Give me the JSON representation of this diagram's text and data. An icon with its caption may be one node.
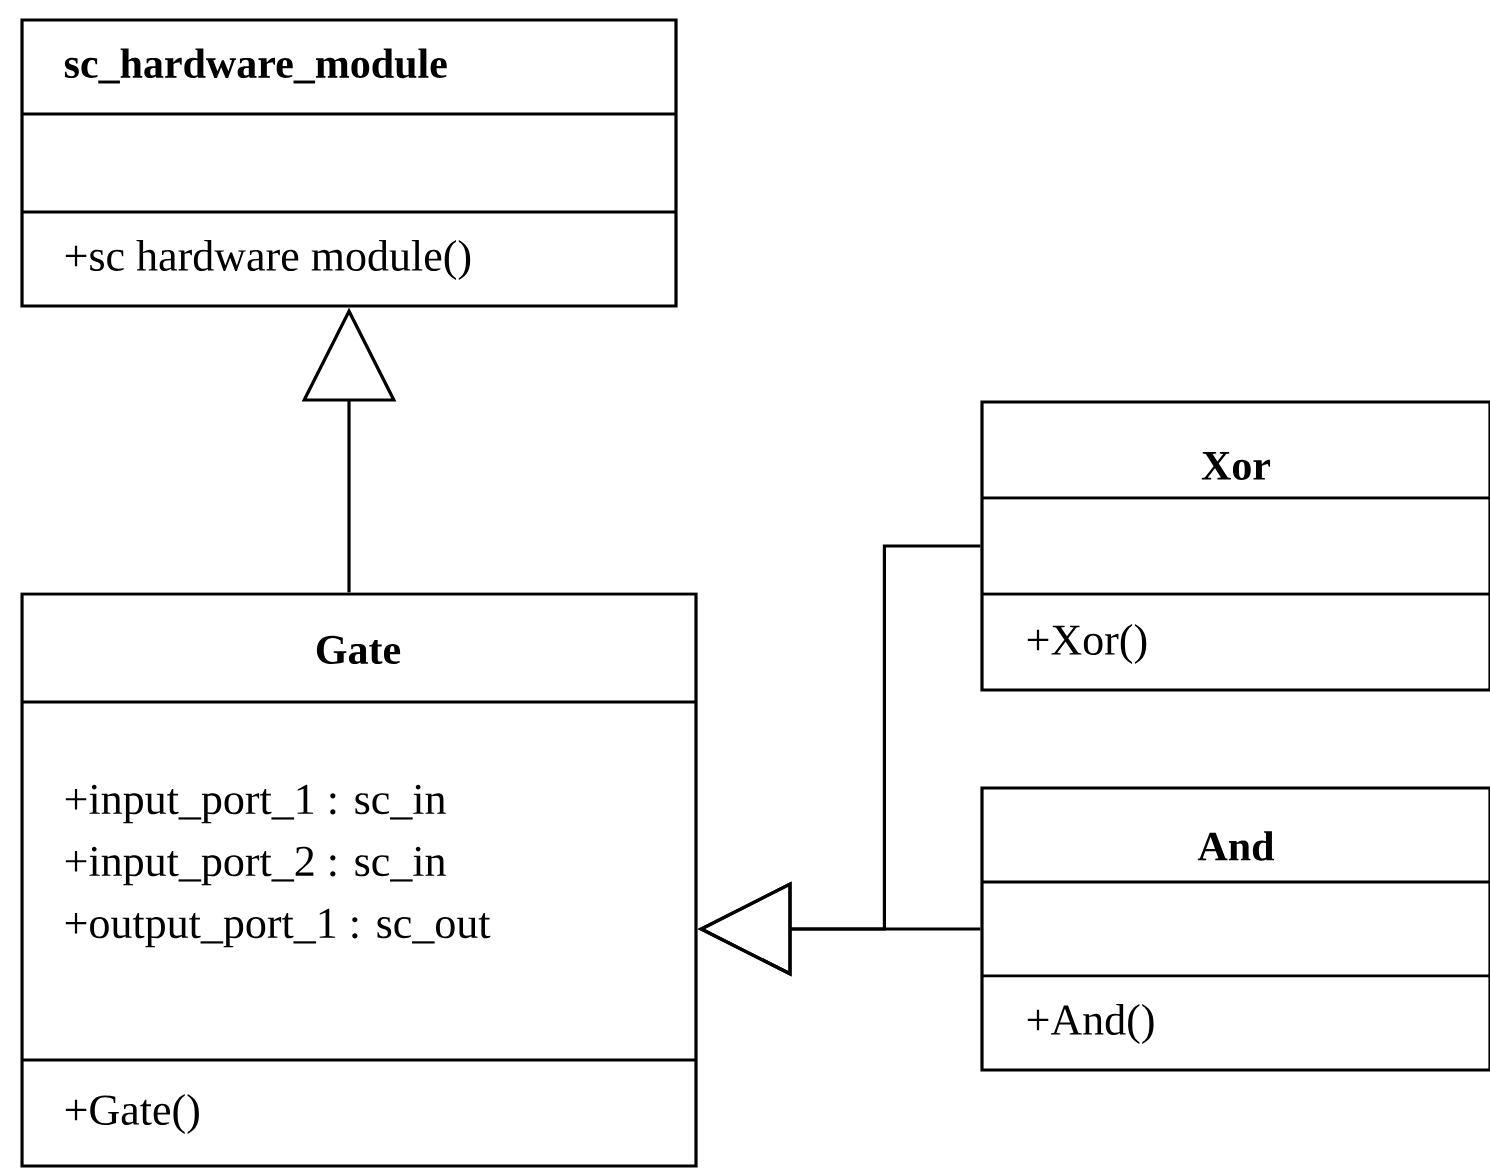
{
  "diagram": {
    "nodes": [
      {
        "text": [
          "sc_hardware_module",
          "+sc hardware module()"
        ]
      },
      {
        "text": [
          "Gate",
          "+input_port_1 : sc_in",
          "+input_port_2 : sc_in",
          "+output_port_1 : sc_out",
          "+Gate()"
        ]
      },
      {
        "text": [
          "Xor",
          "+Xor()"
        ]
      },
      {
        "text": [
          "And",
          "+And()"
        ]
      }
    ],
    "edges": [
      {
        "from": 1,
        "to": 0,
        "arrow": "to"
      },
      {
        "from": 2,
        "to": 1,
        "arrow": "to"
      },
      {
        "from": 3,
        "to": 1,
        "arrow": "to"
      }
    ]
  }
}
